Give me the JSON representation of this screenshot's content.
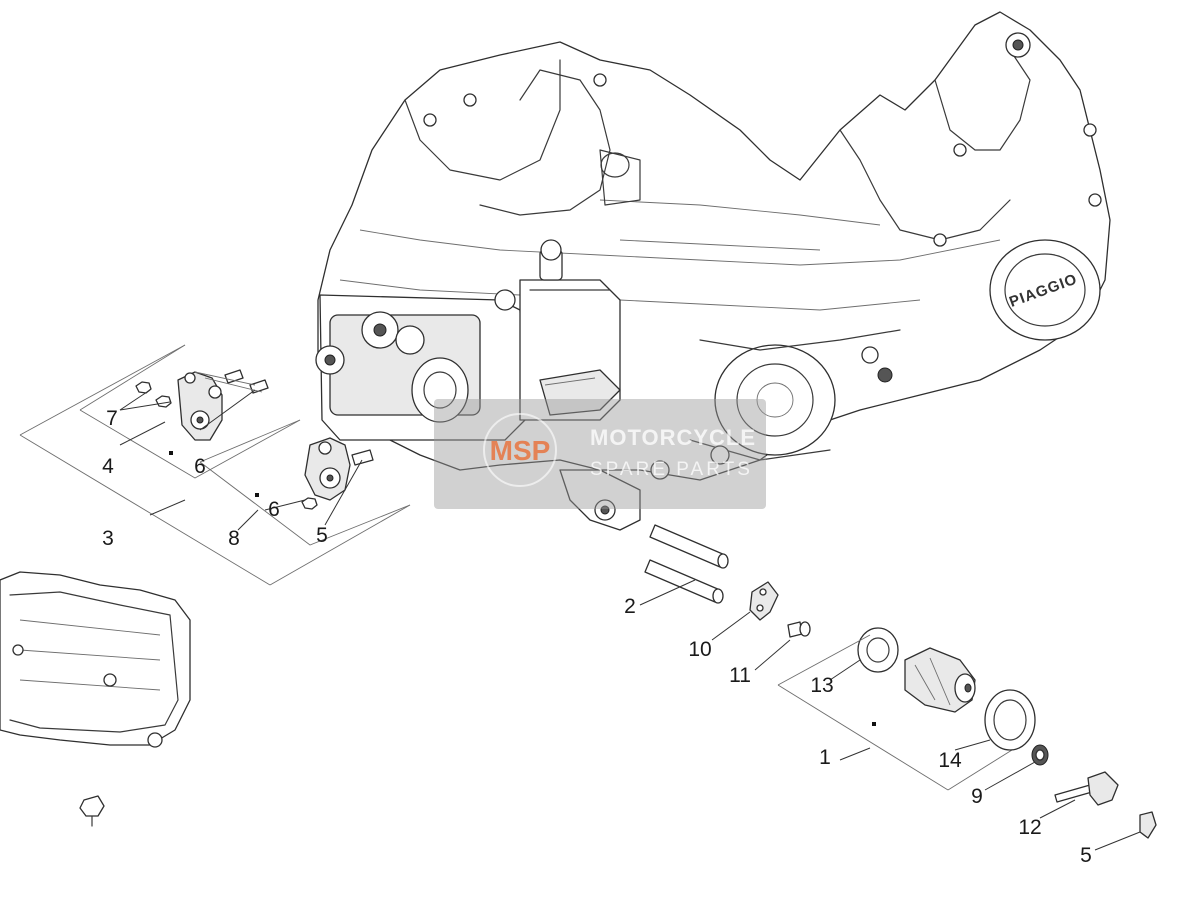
{
  "diagram": {
    "brand_text": "PIAGGIO",
    "watermark": {
      "logo": "MSP",
      "line1": "MOTORCYCLE",
      "line2": "SPARE PARTS",
      "logo_color": "#e8743f"
    },
    "callouts": [
      {
        "id": "c1",
        "text": "1"
      },
      {
        "id": "c2",
        "text": "2"
      },
      {
        "id": "c3",
        "text": "3"
      },
      {
        "id": "c4",
        "text": "4"
      },
      {
        "id": "c5a",
        "text": "5"
      },
      {
        "id": "c5b",
        "text": "5"
      },
      {
        "id": "c6a",
        "text": "6"
      },
      {
        "id": "c6b",
        "text": "6"
      },
      {
        "id": "c7",
        "text": "7"
      },
      {
        "id": "c8",
        "text": "8"
      },
      {
        "id": "c9",
        "text": "9"
      },
      {
        "id": "c10",
        "text": "10"
      },
      {
        "id": "c11",
        "text": "11"
      },
      {
        "id": "c12",
        "text": "12"
      },
      {
        "id": "c13",
        "text": "13"
      },
      {
        "id": "c14",
        "text": "14"
      }
    ]
  }
}
